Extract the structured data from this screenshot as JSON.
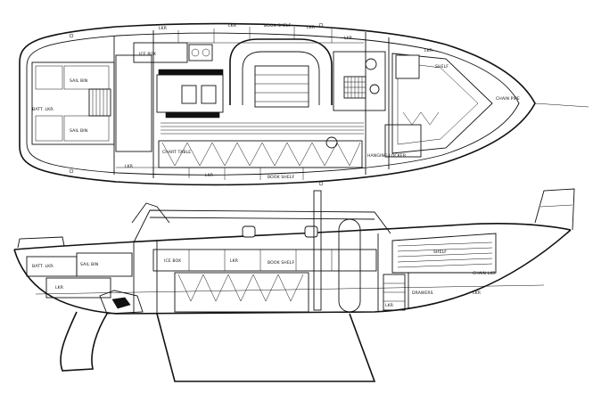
{
  "plan": {
    "labels": [
      {
        "key": "lkr_a",
        "text": "LKR"
      },
      {
        "key": "lkr_b",
        "text": "LKR"
      },
      {
        "key": "book_shelf_top",
        "text": "BOOK SHELF"
      },
      {
        "key": "lkr_c",
        "text": "LKR"
      },
      {
        "key": "lkr_d",
        "text": "LKR"
      },
      {
        "key": "ice_box",
        "text": "ICE BOX"
      },
      {
        "key": "lkr_e",
        "text": "LKR"
      },
      {
        "key": "shelf_fwd",
        "text": "SHELF"
      },
      {
        "key": "sail_bin_1",
        "text": "SAIL BIN"
      },
      {
        "key": "batt_lkr",
        "text": "BATT. LKR."
      },
      {
        "key": "hanging_locker",
        "text": "HANGING LOCKER"
      },
      {
        "key": "sail_bin_2",
        "text": "SAIL BIN"
      },
      {
        "key": "chart_table",
        "text": "CHART TABLE"
      },
      {
        "key": "book_shelf_bottom",
        "text": "BOOK SHELF"
      },
      {
        "key": "chain_pipe",
        "text": "CHAIN PIPE"
      },
      {
        "key": "lkr_f",
        "text": "LKR"
      },
      {
        "key": "lkr_g",
        "text": "LKR"
      }
    ]
  },
  "profile": {
    "labels": [
      {
        "key": "sail_bin",
        "text": "SAIL BIN"
      },
      {
        "key": "ice_box",
        "text": "ICE BOX"
      },
      {
        "key": "book_shelf",
        "text": "BOOK SHELF"
      },
      {
        "key": "shelf",
        "text": "SHELF"
      },
      {
        "key": "batt_lkr",
        "text": "BATT. LKR."
      },
      {
        "key": "lkr_a",
        "text": "LKR"
      },
      {
        "key": "lkr_b",
        "text": "LKR"
      },
      {
        "key": "lkr_c",
        "text": "LKR"
      },
      {
        "key": "lkr_d",
        "text": "LKR"
      },
      {
        "key": "drawers",
        "text": "DRAWERS"
      },
      {
        "key": "chain_lkr",
        "text": "CHAIN LKR"
      }
    ]
  }
}
